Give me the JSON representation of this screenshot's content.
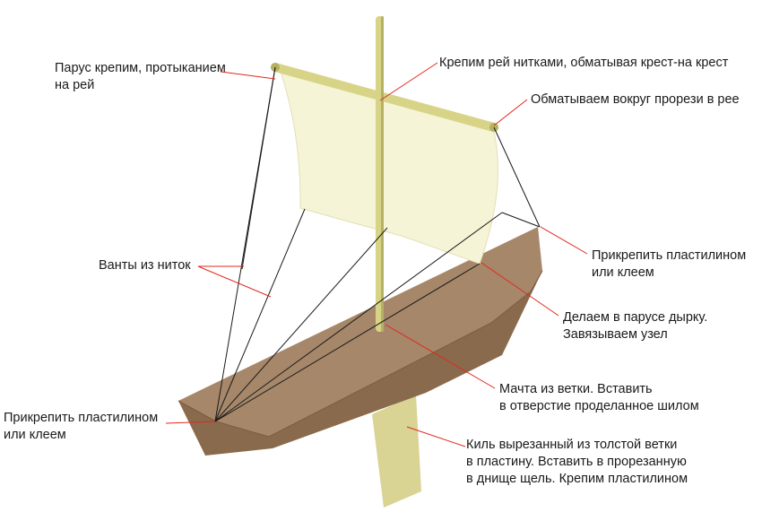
{
  "colors": {
    "hull_top": "#a6876a",
    "hull_side": "#8a6a4c",
    "hull_edge": "#7a5c40",
    "sail": "#f6f4d6",
    "sail_edge": "#e3dfb6",
    "mast": "#d8d487",
    "mast_dark": "#b5b164",
    "keel": "#d9d394",
    "rigging": "#1a1a1a",
    "leader": "#e0281e"
  },
  "labels": {
    "sail_attach": [
      "Парус крепим, протыканием",
      "на рей"
    ],
    "yard_tie": [
      "Крепим рей нитками, обматывая крест-на крест"
    ],
    "wrap_slot": [
      "Обматываем вокруг прорези в рее"
    ],
    "attach_right": [
      "Прикрепить пластилином",
      "или клеем"
    ],
    "shrouds": [
      "Ванты из ниток"
    ],
    "sail_hole": [
      "Делаем в парусе дырку.",
      "Завязываем узел"
    ],
    "mast": [
      "Мачта из ветки.  Вставить",
      "в отверстие проделанное шилом"
    ],
    "attach_left": [
      "Прикрепить пластилином",
      "или клеем"
    ],
    "keel": [
      "Киль вырезанный из толстой ветки",
      "в пластину. Вставить в прорезанную",
      "в днище щель. Крепим пластилином"
    ]
  }
}
